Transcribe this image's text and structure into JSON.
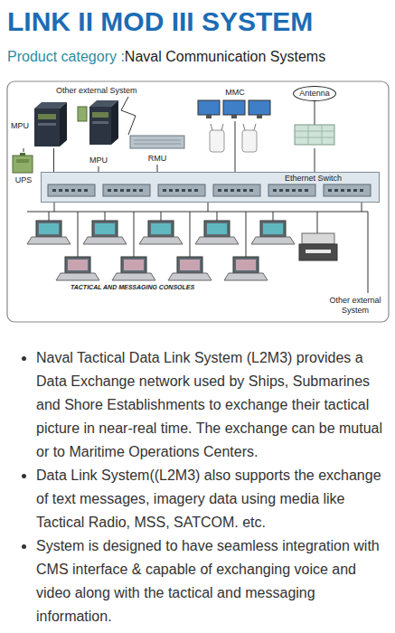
{
  "diagram": {
    "title": "LINK II MOD III SYSTEM",
    "nodes": [
      {
        "text": [
          "MPU"
        ]
      },
      {
        "text": [
          "UPS"
        ]
      },
      {
        "text": [
          "MPU"
        ]
      },
      {
        "text": [
          "RMU"
        ]
      },
      {
        "text": [
          "MMC"
        ]
      },
      {
        "text": [
          "Antenna"
        ]
      },
      {
        "text": [
          "Ethernet Switch"
        ]
      }
    ],
    "edges": [
      {
        "from": 0,
        "to": 6,
        "arrow": "none"
      },
      {
        "from": 1,
        "to": 0,
        "arrow": "none"
      },
      {
        "from": 2,
        "to": 6,
        "arrow": "none"
      },
      {
        "from": 3,
        "to": 6,
        "arrow": "none"
      },
      {
        "from": 4,
        "to": 6,
        "arrow": "none"
      },
      {
        "from": 5,
        "to": 6,
        "arrow": "none"
      }
    ],
    "labels": [
      "Product category :",
      "Naval Communication Systems",
      "Other external System",
      "TACTICAL AND MESSAGING CONSOLES",
      "Other external System",
      "Naval Tactical Data Link System (L2M3) provides a Data Exchange network used by Ships, Submarines and Shore Establishments to exchange their tactical picture in near-real time. The exchange can be mutual or to Maritime Operations Centers.",
      "Data Link System((L2M3) also supports the exchange of text messages, imagery data using media like Tactical Radio, MSS, SATCOM. etc.",
      "System is designed to have seamless integration with CMS interface & capable of exchanging voice and video along with the tactical and messaging information."
    ]
  }
}
